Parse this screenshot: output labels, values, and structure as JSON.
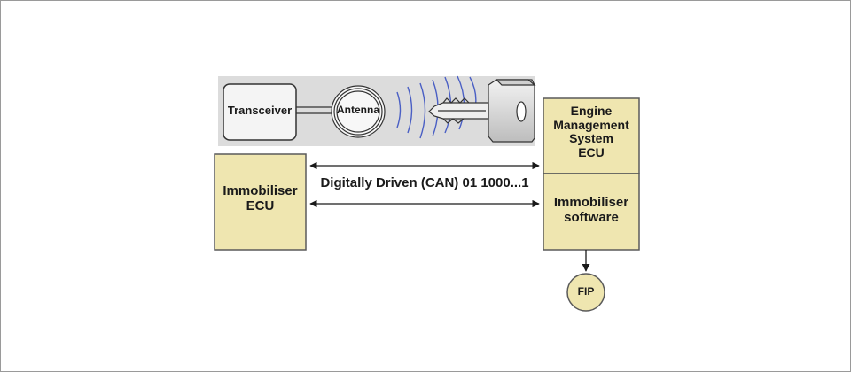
{
  "diagram": {
    "transceiver": {
      "label": "Transceiver"
    },
    "antenna": {
      "label": "Antenna"
    },
    "immobiliser_ecu": {
      "line1": "Immobiliser",
      "line2": "ECU"
    },
    "bus_link": {
      "label": "Digitally Driven (CAN) 01 1000...1"
    },
    "engine_ecu": {
      "line1": "Engine",
      "line2": "Management",
      "line3": "System",
      "line4": "ECU"
    },
    "immobiliser_software": {
      "line1": "Immobiliser",
      "line2": "software"
    },
    "fip": {
      "label": "FIP"
    }
  },
  "colors": {
    "box_fill": "#efe6b0",
    "box_stroke": "#5a5a5a",
    "panel_fill": "#dcdcdc",
    "signal_wave": "#4a5fc4"
  },
  "icons": [
    "key-icon",
    "signal-wave-icon",
    "arrow-icon"
  ]
}
